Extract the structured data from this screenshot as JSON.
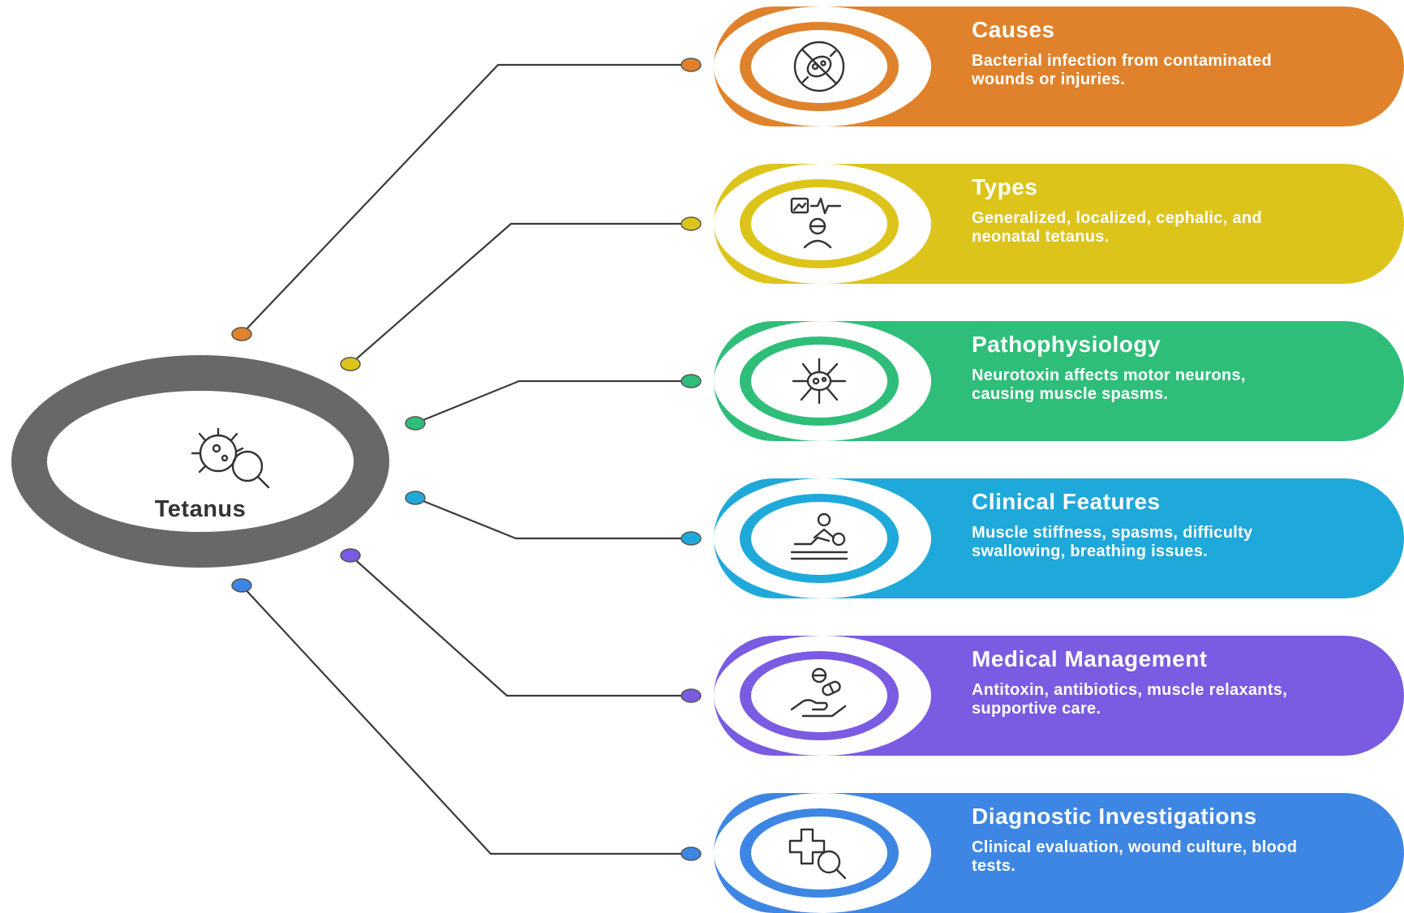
{
  "center": {
    "label": "Tetanus",
    "icon": "bacteria-magnifier-icon",
    "ring_color": "#686868"
  },
  "connector_color": "#3a3a3a",
  "topics": [
    {
      "id": "causes",
      "title": "Causes",
      "description": "Bacterial infection from contaminated wounds or injuries.",
      "color": "#E0822B",
      "icon": "no-bacteria-icon"
    },
    {
      "id": "types",
      "title": "Types",
      "description": "Generalized, localized, cephalic, and neonatal tetanus.",
      "color": "#DDC41B",
      "icon": "patient-monitor-icon"
    },
    {
      "id": "pathophysiology",
      "title": "Pathophysiology",
      "description": "Neurotoxin affects motor neurons, causing muscle spasms.",
      "color": "#2FBE7A",
      "icon": "neuron-icon"
    },
    {
      "id": "clinical-features",
      "title": "Clinical Features",
      "description": "Muscle stiffness, spasms, difficulty swallowing, breathing issues.",
      "color": "#1FA9DA",
      "icon": "patient-bed-icon"
    },
    {
      "id": "medical-management",
      "title": "Medical Management",
      "description": "Antitoxin, antibiotics, muscle relaxants, supportive care.",
      "color": "#7A5BE2",
      "icon": "hand-pills-icon"
    },
    {
      "id": "diagnostic-investigations",
      "title": "Diagnostic Investigations",
      "description": "Clinical evaluation, wound culture, blood tests.",
      "color": "#3E86E3",
      "icon": "medical-search-icon"
    }
  ]
}
